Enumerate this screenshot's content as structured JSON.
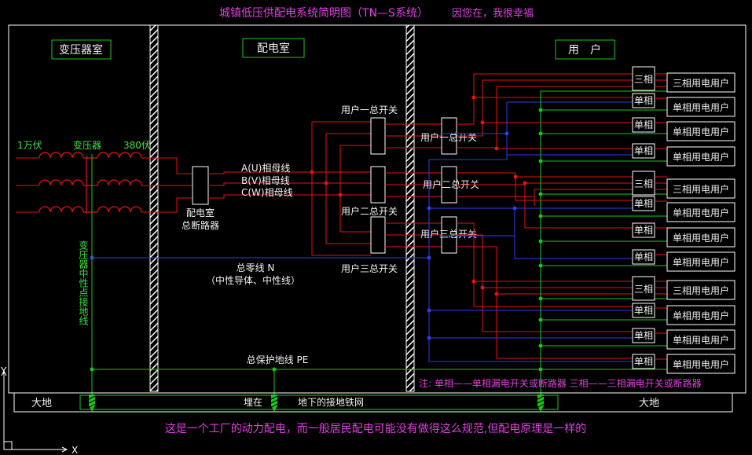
{
  "title": "城镇低压供配电系统简明图（TN—S系统）",
  "tagline": "因您在，我很幸福",
  "rooms": {
    "transformer_room": "变压器室",
    "distribution_room": "配电室",
    "users": "用　户"
  },
  "labels": {
    "voltage_high": "1万伏",
    "transformer": "变压器",
    "voltage_low": "380伏",
    "bus_a": "A(U)相母线",
    "bus_b": "B(V)相母线",
    "bus_c": "C(W)相母线",
    "main_breaker_1": "配电室",
    "main_breaker_2": "总断路器",
    "neutral_1": "总零线 N",
    "neutral_2": "（中性导体、中性线）",
    "neutral_ground": "变压器中性点接地线",
    "pe": "总保护地线 PE",
    "earth_left": "大地",
    "earth_right": "大地",
    "buried": "埋在",
    "grid": "地下的接地铁网",
    "note": "注: 单相——单相漏电开关或断路器 三相——三相漏电开关或断路器",
    "footer": "这是一个工厂的动力配电，而一般居民配电可能没有做得这么规范,但配电原理是一样的",
    "user1_main": "用户一总开关",
    "user1_sub": "用户一总开关",
    "user2_main": "用户二总开关",
    "user2_sub": "用户二总开关",
    "user3_main": "用户三总开关",
    "user3_sub": "用户三总开关",
    "axis_y": "Y",
    "axis_x": "X"
  },
  "breaker_types": [
    "三相",
    "单相",
    "单相",
    "单相",
    "三相",
    "单相",
    "单相",
    "单相",
    "三相",
    "单相",
    "单相",
    "单相"
  ],
  "consumers": [
    "三相用电用户",
    "单相用电用户",
    "单相用电用户",
    "单相用电用户",
    "三相用电用户",
    "单相用电用户",
    "单相用电用户",
    "单相用电用户",
    "三相用电用户",
    "单相用电用户",
    "单相用电用户",
    "单相用电用户"
  ],
  "colors": {
    "phase": "#e81010",
    "neutral": "#2f3cf0",
    "pe": "#18c818",
    "frame": "#ffffff",
    "title": "#e040e0",
    "room_label": "#f0f0f0",
    "label": "#f0f0f0",
    "label_green": "#40e040",
    "note": "#e040e0"
  }
}
